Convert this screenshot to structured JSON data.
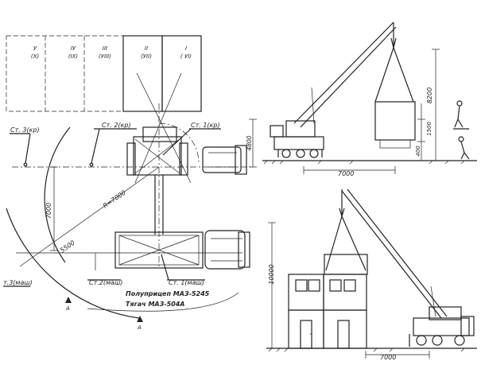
{
  "plan": {
    "bays": [
      {
        "roman": "У",
        "alt": "(Х)"
      },
      {
        "roman": "IУ",
        "alt": "(IХ)"
      },
      {
        "roman": "III",
        "alt": "(УIII)"
      },
      {
        "roman": "II",
        "alt": "(УII)"
      },
      {
        "roman": "I",
        "alt": "( УI)"
      }
    ],
    "stations": {
      "st3_kr": "Ст. 3(кр)",
      "st2_kr": "Ст. 2(кр)",
      "st1_kr": "Ст. 1(кр)",
      "st3_mash": "т.3(маш)",
      "st2_mash": "Ст.2(маш)",
      "st1_mash": "Ст. 1(маш)"
    },
    "dims": {
      "d4800": "4800",
      "d7000": "7000",
      "r7000": "R=7000",
      "d5500": "5500"
    },
    "markers": {
      "a_left": "A",
      "a_right": "A"
    },
    "caption_line1": "Полуприцеп МАЗ-5245",
    "caption_line2": "Тягач МАЗ-504А"
  },
  "elevation_top": {
    "d8200": "8200",
    "d1500": "1500",
    "d400": "400",
    "d7000": "7000"
  },
  "elevation_bottom": {
    "d10000": "10000",
    "d7000": "7000"
  }
}
